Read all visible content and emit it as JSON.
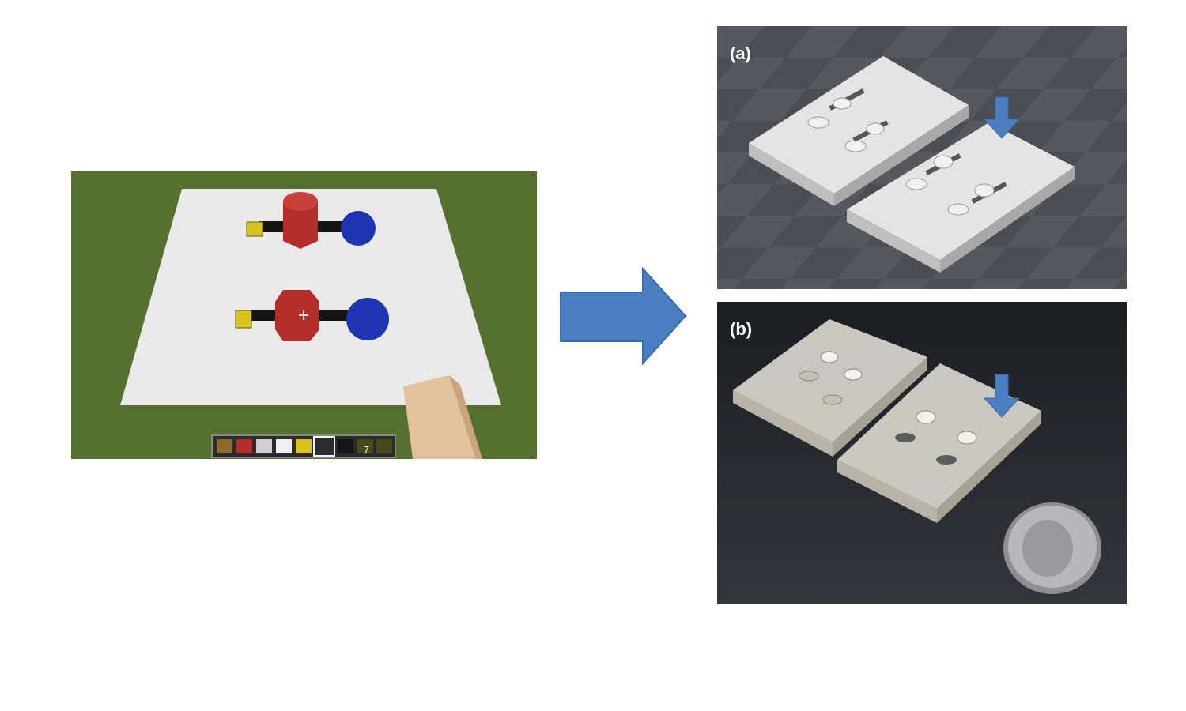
{
  "panels": {
    "render_label": "(a)",
    "photo_label": "(b)"
  },
  "hotbar": {
    "item_count": "7"
  },
  "colors": {
    "grass": "#56712f",
    "arrow": "#4a7fc1",
    "arrow_stroke": "#3c6aa6",
    "red_block": "#b52f2a",
    "blue_block": "#1f34b0",
    "yellow_block": "#d8c21c"
  },
  "icons": [
    "arrow-right-icon",
    "arrow-down-icon",
    "crosshair-icon"
  ]
}
